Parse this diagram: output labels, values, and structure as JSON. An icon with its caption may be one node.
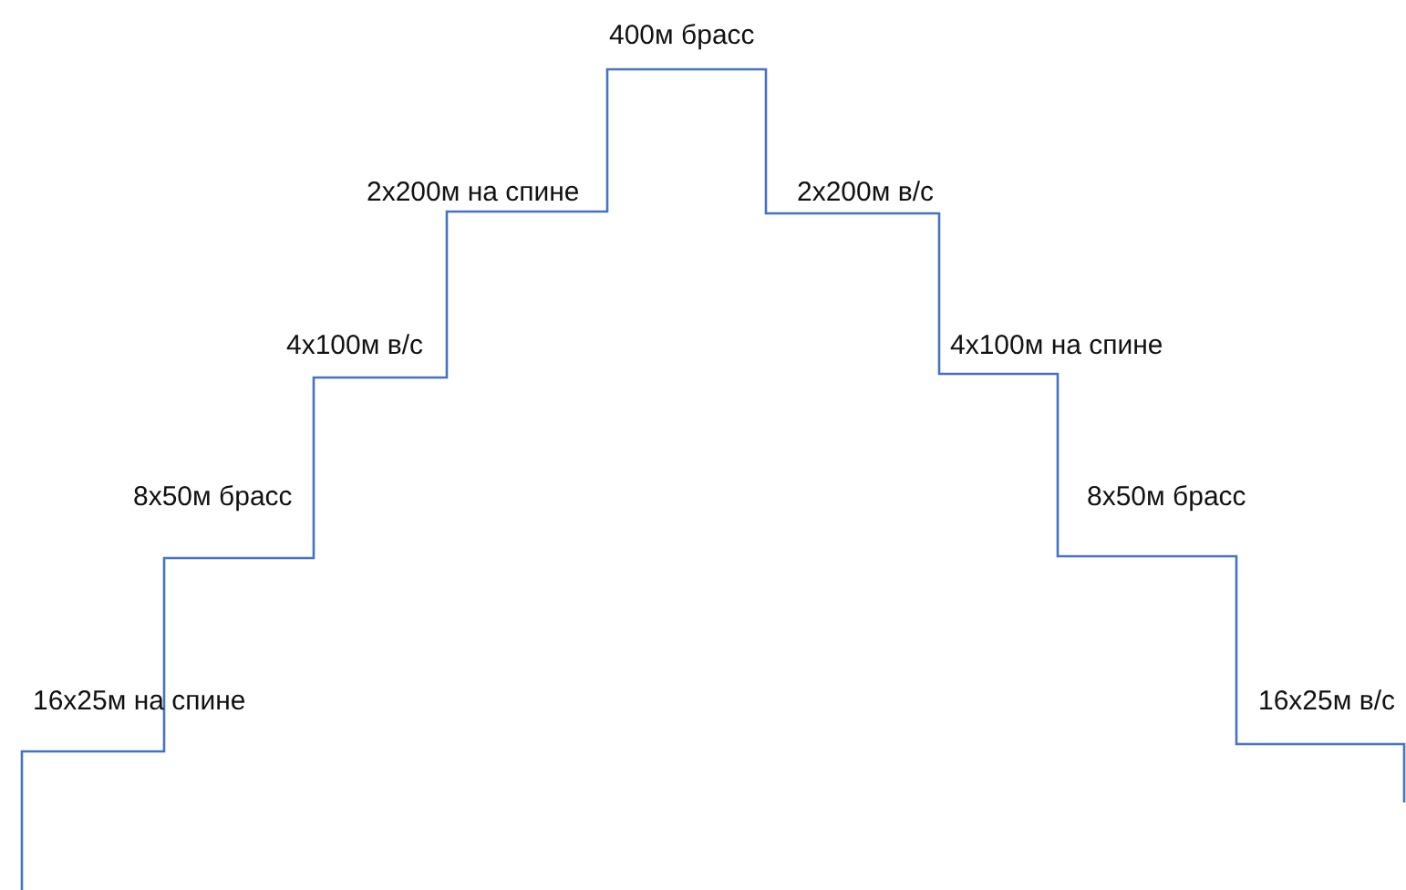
{
  "diagram": {
    "labels": [
      "400м брасс",
      "2х200м на спине",
      "2х200м в/с",
      "4х100м в/с",
      "4х100м на спине",
      "8х50м брасс",
      "8х50м брасс",
      "16х25м на спине",
      "16х25м в/с"
    ]
  }
}
